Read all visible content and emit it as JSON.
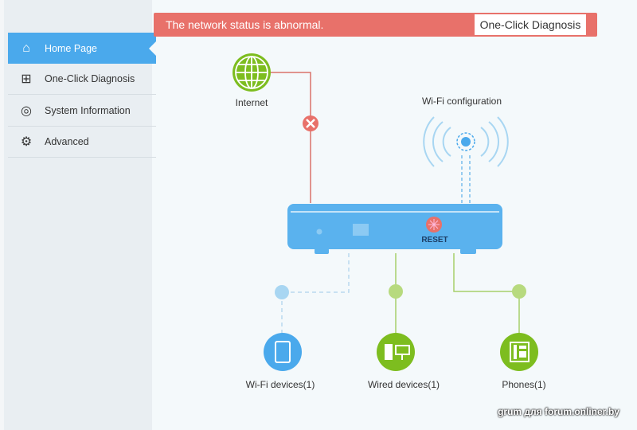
{
  "sidebar": {
    "items": [
      {
        "label": "Home Page",
        "icon": "home-icon",
        "active": true
      },
      {
        "label": "One-Click Diagnosis",
        "icon": "first-aid-kit-icon"
      },
      {
        "label": "System Information",
        "icon": "pulse-icon"
      },
      {
        "label": "Advanced",
        "icon": "gear-icon"
      }
    ]
  },
  "banner": {
    "message": "The network status is abnormal.",
    "button": "One-Click Diagnosis"
  },
  "diagram": {
    "internet": "Internet",
    "wifi_config": "Wi-Fi configuration",
    "reset": "RESET",
    "wifi_devices": "Wi-Fi devices(1)",
    "wired_devices": "Wired devices(1)",
    "phones": "Phones(1)"
  },
  "colors": {
    "accent": "#4aa9ec",
    "error": "#e8716a",
    "green": "#7dbd1f"
  },
  "watermark": "grum для forum.onliner.by"
}
